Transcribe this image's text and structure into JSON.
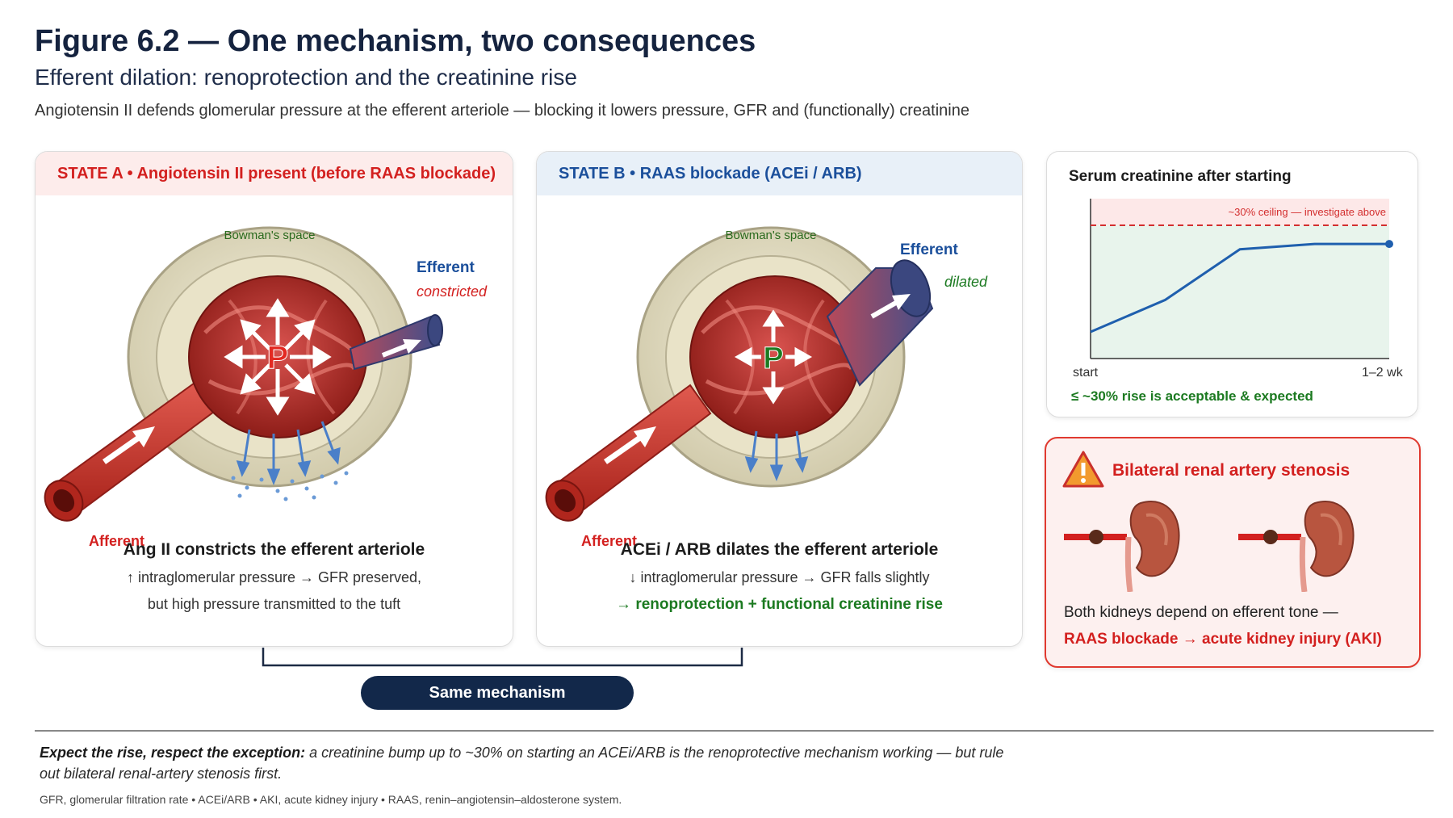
{
  "header": {
    "title": "Figure 6.2 — One mechanism, two consequences",
    "subtitle": "Efferent dilation: renoprotection and the creatinine rise",
    "description": "Angiotensin II defends glomerular pressure at the efferent arteriole — blocking it lowers pressure, GFR and (functionally) creatinine"
  },
  "state_a": {
    "header": "STATE A • Angiotensin II present (before RAAS blockade)",
    "label_bowman": "Bowman's space",
    "label_efferent": "Efferent",
    "label_efferent_state": "constricted",
    "label_afferent": "Afferent",
    "pressure_letter": "P",
    "caption_title": "Ang II constricts the efferent arteriole",
    "caption_line1": "↑ intraglomerular pressure → GFR preserved,",
    "caption_line2": "but high pressure transmitted to the tuft"
  },
  "state_b": {
    "header": "STATE B • RAAS blockade (ACEi / ARB)",
    "label_bowman": "Bowman's space",
    "label_efferent": "Efferent",
    "label_efferent_state": "dilated",
    "label_afferent": "Afferent",
    "pressure_letter": "P",
    "caption_title": "ACEi / ARB dilates the efferent arteriole",
    "caption_line1": "↓ intraglomerular pressure → GFR falls slightly",
    "caption_line2": "→ renoprotection + functional creatinine rise"
  },
  "creatinine_panel": {
    "title": "Serum creatinine after starting",
    "ceiling_label": "~30% ceiling — investigate above",
    "x_start": "start",
    "x_end": "1–2 wk",
    "note": "≤ ~30% rise is acceptable & expected"
  },
  "chart_data": {
    "type": "line",
    "title": "Serum creatinine after starting",
    "x": [
      0,
      0.25,
      0.5,
      0.75,
      1.0
    ],
    "y": [
      0,
      0.12,
      0.31,
      0.33,
      0.33
    ],
    "xlim": [
      0,
      1
    ],
    "ylim": [
      -0.1,
      0.5
    ],
    "xtick_labels": [
      "start",
      "1–2 wk"
    ],
    "threshold": {
      "value": 0.4,
      "label": "~30% ceiling — investigate above"
    },
    "xlabel": "",
    "ylabel": "",
    "grid": false,
    "colors": {
      "line": "#1f5fae",
      "threshold": "#d32f2f",
      "above_band": "#fde8e8",
      "below_band": "#e8f4ec"
    }
  },
  "ras_panel": {
    "title": "Bilateral renal artery stenosis",
    "line1": "Both kidneys depend on efferent tone —",
    "line2": "RAAS blockade → acute kidney injury (AKI)"
  },
  "bracket": {
    "label": "Same mechanism"
  },
  "footer": {
    "takeaway_bold": "Expect the rise, respect the exception:",
    "takeaway_rest": " a creatinine bump up to ~30% on starting an ACEi/ARB is the renoprotective mechanism working — but rule out bilateral renal-artery stenosis first.",
    "abbreviations": "GFR, glomerular filtration rate • ACEi/ARB • AKI, acute kidney injury • RAAS, renin–angiotensin–aldosterone system."
  },
  "colors": {
    "red": "#d3201f",
    "blue": "#1b4f9b",
    "green": "#1c7a21",
    "navy": "#12284a"
  }
}
